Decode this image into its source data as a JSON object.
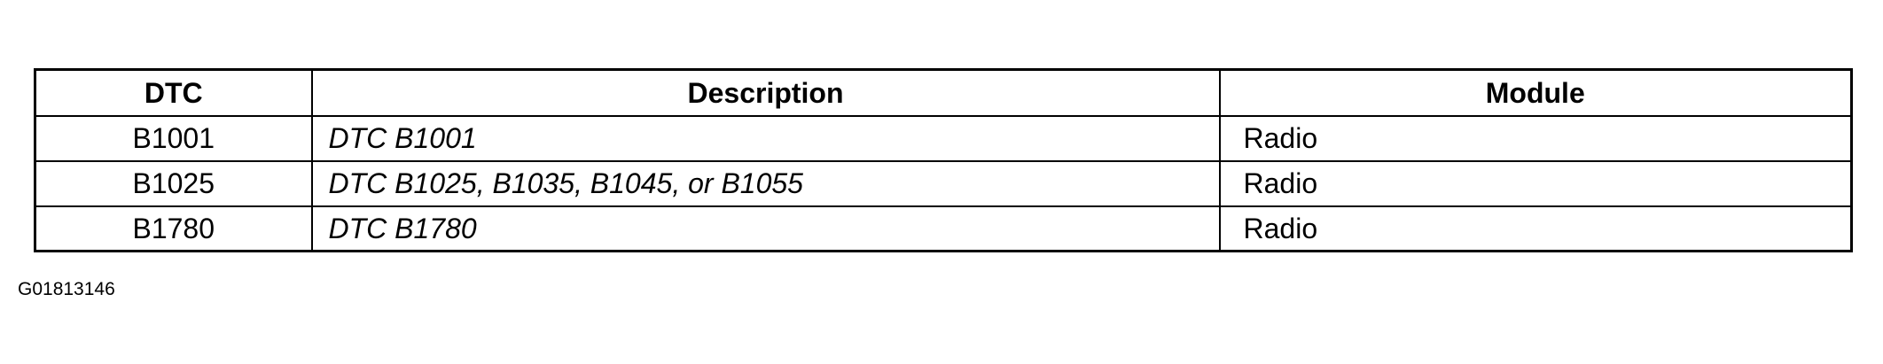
{
  "table": {
    "headers": {
      "dtc": "DTC",
      "description": "Description",
      "module": "Module"
    },
    "rows": [
      {
        "dtc": "B1001",
        "description": "DTC B1001",
        "module": "Radio"
      },
      {
        "dtc": "B1025",
        "description": "DTC B1025, B1035, B1045, or B1055",
        "module": "Radio"
      },
      {
        "dtc": "B1780",
        "description": "DTC B1780",
        "module": "Radio"
      }
    ]
  },
  "figure_code": "G01813146"
}
